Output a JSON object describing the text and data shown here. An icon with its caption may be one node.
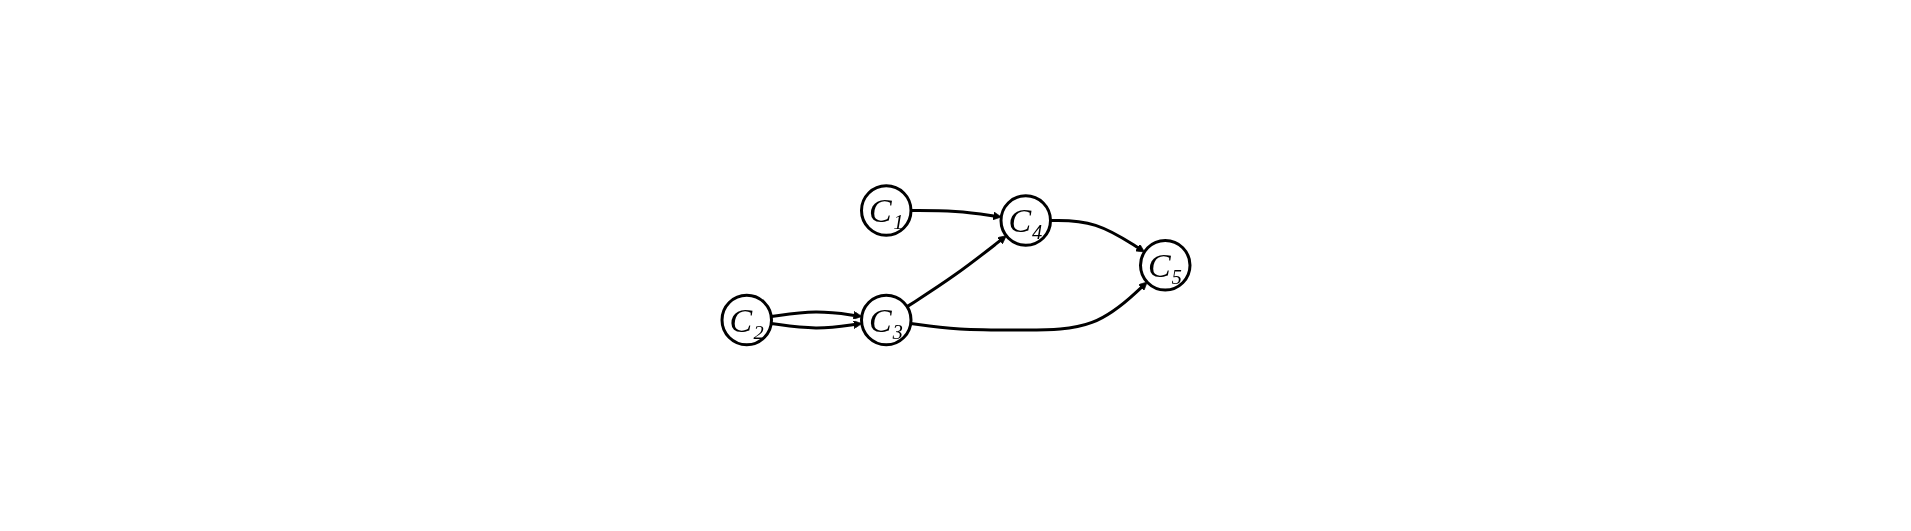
{
  "diagram": {
    "nodes": [
      {
        "text": [
          "C₁"
        ]
      },
      {
        "text": [
          "C₂"
        ]
      },
      {
        "text": [
          "C₃"
        ]
      },
      {
        "text": [
          "C₄"
        ]
      },
      {
        "text": [
          "C₅"
        ]
      }
    ],
    "edges": [
      {
        "from": 0,
        "to": 3,
        "arrow": "to"
      },
      {
        "from": 1,
        "to": 2,
        "arrow": "to"
      },
      {
        "from": 1,
        "to": 2,
        "arrow": "to"
      },
      {
        "from": 2,
        "to": 3,
        "arrow": "to"
      },
      {
        "from": 2,
        "to": 4,
        "arrow": "to"
      },
      {
        "from": 3,
        "to": 4,
        "arrow": "to"
      }
    ]
  }
}
